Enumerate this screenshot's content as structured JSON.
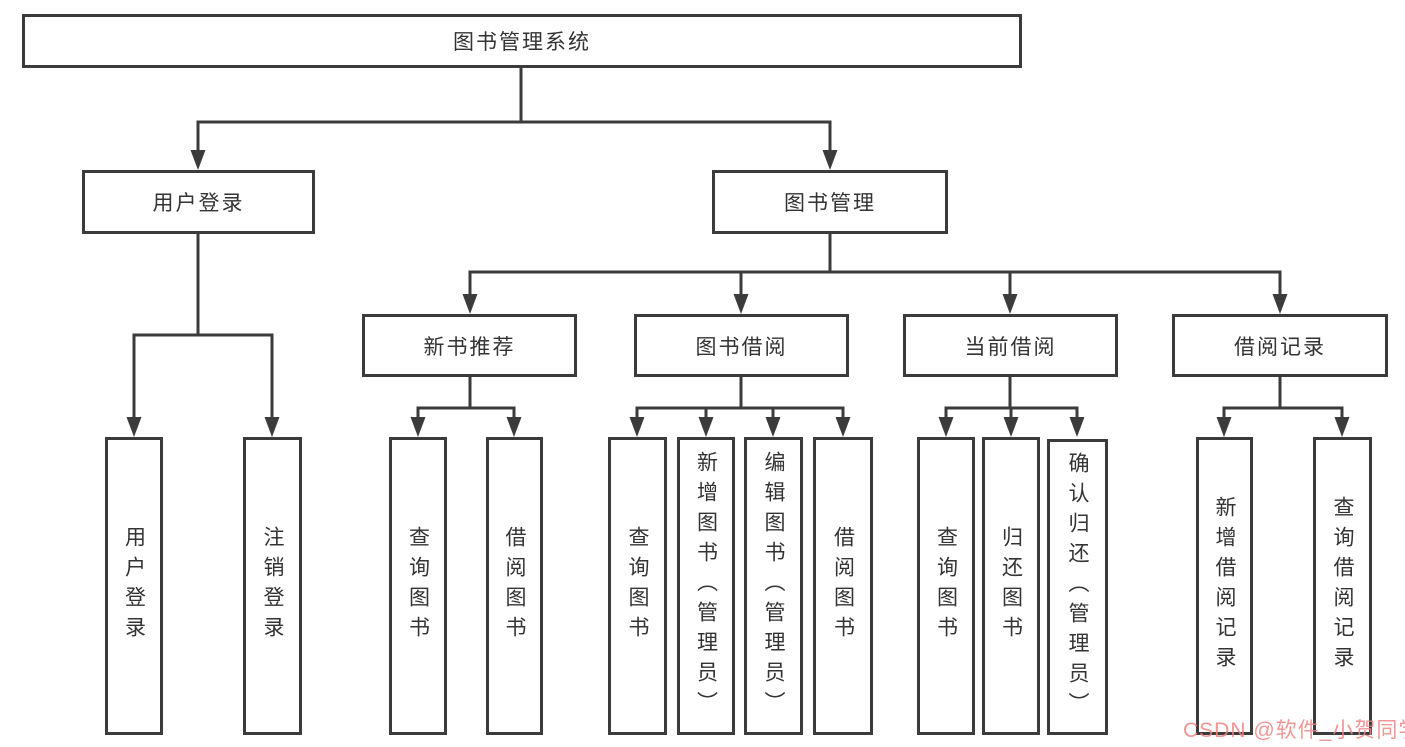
{
  "diagram": {
    "tree": {
      "label": "图书管理系统",
      "children": [
        {
          "label": "用户登录",
          "children": [
            {
              "label": "用户登录"
            },
            {
              "label": "注销登录"
            }
          ]
        },
        {
          "label": "图书管理",
          "children": [
            {
              "label": "新书推荐",
              "children": [
                {
                  "label": "查询图书"
                },
                {
                  "label": "借阅图书"
                }
              ]
            },
            {
              "label": "图书借阅",
              "children": [
                {
                  "label": "查询图书"
                },
                {
                  "label": "新增图书（管理员）"
                },
                {
                  "label": "编辑图书（管理员）"
                },
                {
                  "label": "借阅图书"
                }
              ]
            },
            {
              "label": "当前借阅",
              "children": [
                {
                  "label": "查询图书"
                },
                {
                  "label": "归还图书"
                },
                {
                  "label": "确认归还（管理员）"
                }
              ]
            },
            {
              "label": "借阅记录",
              "children": [
                {
                  "label": "新增借阅记录"
                },
                {
                  "label": "查询借阅记录"
                }
              ]
            }
          ]
        }
      ]
    },
    "colors": {
      "line": "#3b3b3b",
      "box_border": "#3b3b3b",
      "box_background": "#ffffff",
      "text": "#333333",
      "watermark": "#ee8c8c"
    }
  },
  "watermark": {
    "text": "CSDN @软件_小贺同学"
  }
}
